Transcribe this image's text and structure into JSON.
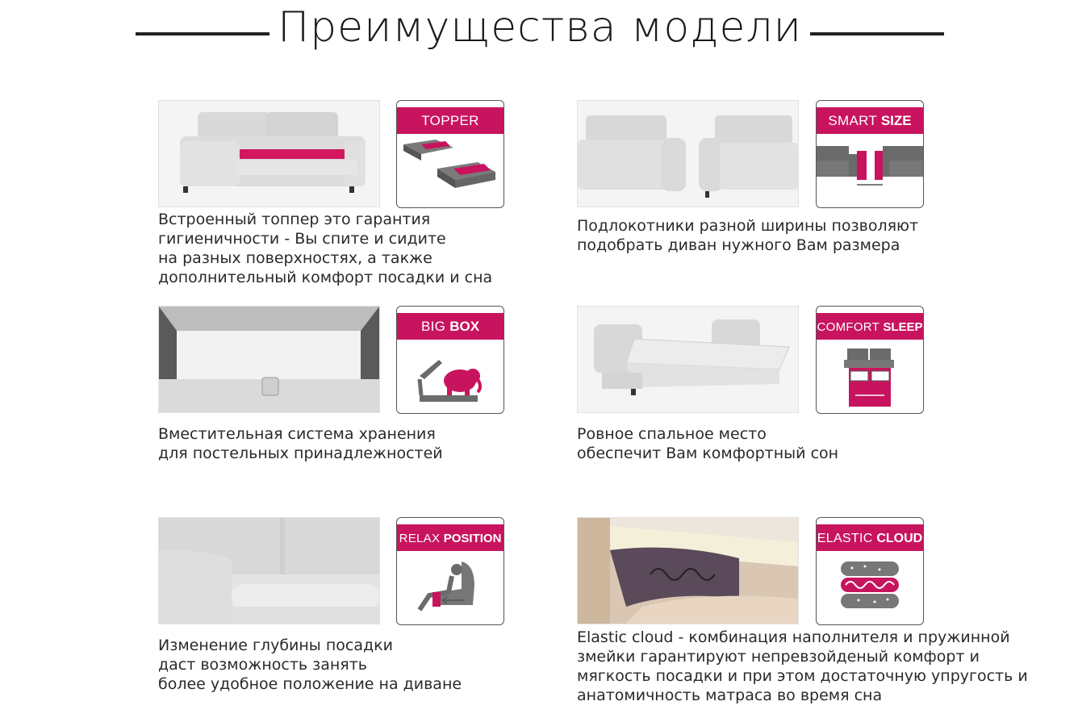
{
  "title": "Преимущества модели",
  "features": [
    {
      "badge_light": "",
      "badge_bold": "TOPPER",
      "desc": [
        "Встроенный топпер это гарантия",
        "гигиеничности - Вы спите и сидите",
        "на разных поверхностях, а также",
        "дополнительный комфорт посадки и сна"
      ]
    },
    {
      "badge_light": "SMART ",
      "badge_bold": "SIZE",
      "desc": [
        "Подлокотники разной ширины позволяют",
        "подобрать диван нужного Вам размера"
      ]
    },
    {
      "badge_light": "BIG ",
      "badge_bold": "BOX",
      "desc": [
        "Вместительная система хранения",
        "для постельных принадлежностей"
      ]
    },
    {
      "badge_light": "COMFORT ",
      "badge_bold": "SLEEP",
      "desc": [
        "Ровное спальное место",
        "обеспечит Вам комфортный сон"
      ]
    },
    {
      "badge_light": "RELAX ",
      "badge_bold": "POSITION",
      "desc": [
        "Изменение глубины посадки",
        "даст возможность занять",
        "более удобное положение на диване"
      ]
    },
    {
      "badge_light": "ELASTIC ",
      "badge_bold": "CLOUD",
      "desc": [
        "Elastic cloud - комбинация наполнителя и пружинной",
        "змейки гарантируют непревзойденый комфорт и",
        "мягкость посадки и при этом достаточную упругость и",
        "анатомичность матраса во время сна"
      ]
    }
  ],
  "colors": {
    "accent": "#c8145e",
    "text": "#2a2a2a",
    "icon_gray": "#6b6b6b"
  }
}
